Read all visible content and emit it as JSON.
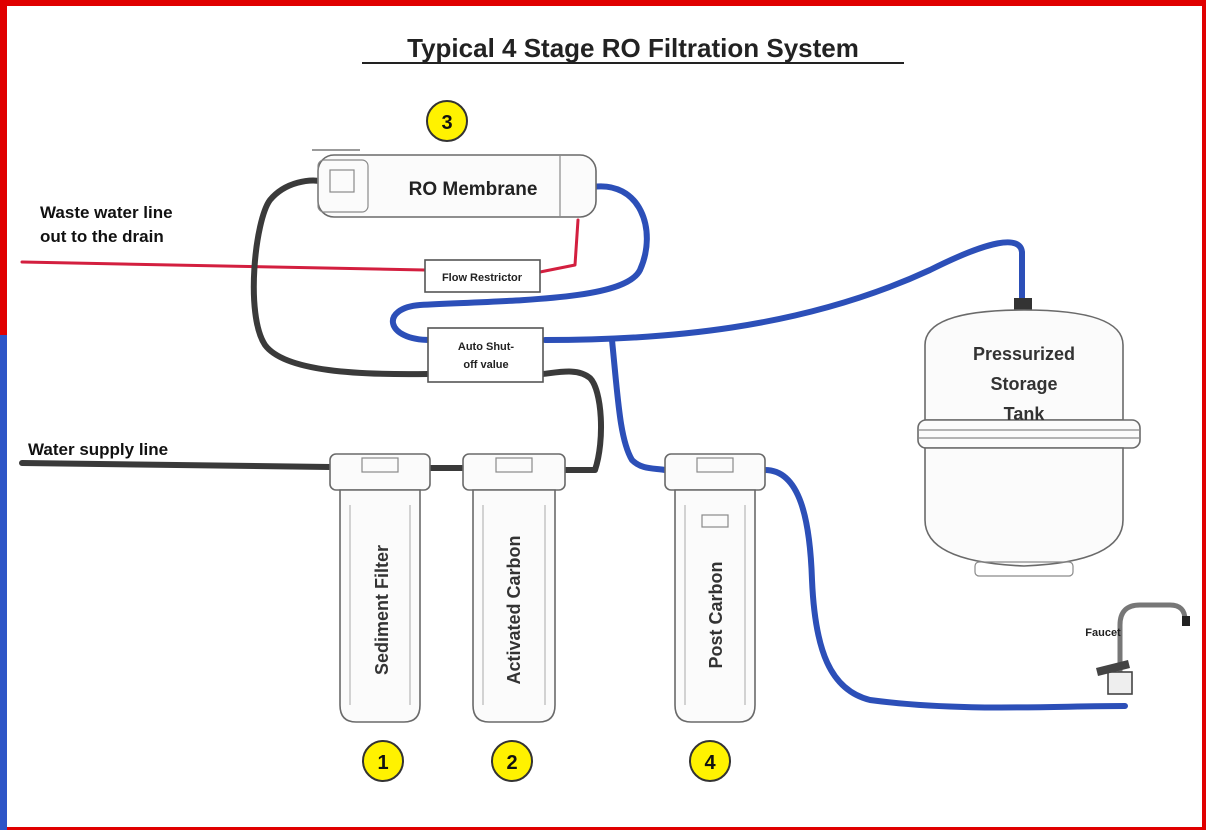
{
  "title": "Typical 4 Stage RO Filtration System",
  "labels": {
    "waste_line_1": "Waste water line",
    "waste_line_2": "out to the drain",
    "water_supply": "Water supply line",
    "ro_membrane": "RO Membrane",
    "flow_restrictor": "Flow Restrictor",
    "auto_shutoff_1": "Auto Shut-",
    "auto_shutoff_2": "off value",
    "tank_1": "Pressurized",
    "tank_2": "Storage",
    "tank_3": "Tank",
    "faucet": "Faucet",
    "sediment": "Sediment Filter",
    "activated": "Activated Carbon",
    "post": "Post Carbon"
  },
  "badges": {
    "stage_1": "1",
    "stage_2": "2",
    "stage_3": "3",
    "stage_4": "4"
  },
  "colors": {
    "frame": "#e00000",
    "badge_fill": "#fff200",
    "blue_pipe": "#2c4fb8",
    "black_pipe": "#3a3a3a",
    "red_pipe": "#d31f3f"
  }
}
